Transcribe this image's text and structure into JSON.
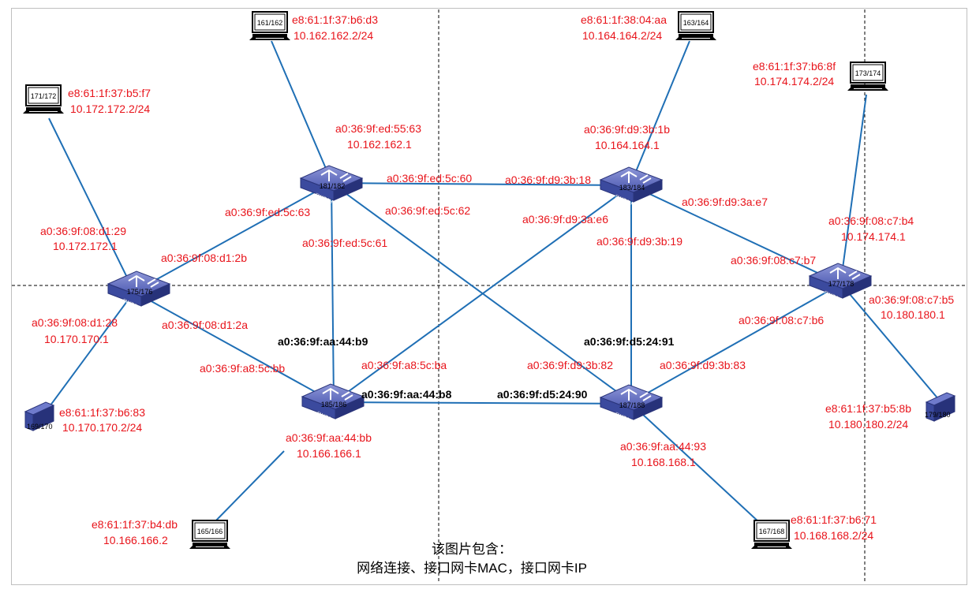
{
  "caption": {
    "line1": "该图片包含：",
    "line2": "网络连接、接口网卡MAC，接口网卡IP"
  },
  "switches": {
    "s181": "181/182",
    "s183": "183/184",
    "s175": "175/176",
    "s177": "177/178",
    "s185": "185/186",
    "s187": "187/188",
    "brand": "SWITCH"
  },
  "hosts": {
    "h161": "161/162",
    "h163": "163/164",
    "h171": "171/172",
    "h173": "173/174",
    "h169": "169/170",
    "h179": "179/180",
    "h165": "165/166",
    "h167": "167/168"
  },
  "labels": {
    "h161_mac": "e8:61:1f:37:b6:d3",
    "h161_ip": "10.162.162.2/24",
    "h163_mac": "e8:61:1f:38:04:aa",
    "h163_ip": "10.164.164.2/24",
    "h173_mac": "e8:61:1f:37:b6:8f",
    "h173_ip": "10.174.174.2/24",
    "h171_mac": "e8:61:1f:37:b5:f7",
    "h171_ip": "10.172.172.2/24",
    "s181_up_mac": "a0:36:9f:ed:55:63",
    "s181_up_ip": "10.162.162.1",
    "s183_up_mac": "a0:36:9f:d9:3b:1b",
    "s183_up_ip": "10.164.164.1",
    "l_181_183_a": "a0:36:9f:ed:5c:60",
    "l_181_183_b": "a0:36:9f:d9:3b:18",
    "l_181_175": "a0:36:9f:ed:5c:63",
    "l_181_187": "a0:36:9f:ed:5c:62",
    "l_183_185": "a0:36:9f:d9:3a:e6",
    "l_183_177": "a0:36:9f:d9:3a:e7",
    "s177_up_mac": "a0:36:9f:08:c7:b4",
    "s177_up_ip": "10.174.174.1",
    "s175_up_mac": "a0:36:9f:08:d1:29",
    "s175_up_ip": "10.172.172.1",
    "l_175_181": "a0:36:9f:08:d1:2b",
    "l_181_185": "a0:36:9f:ed:5c:61",
    "l_183_187": "a0:36:9f:d9:3b:19",
    "l_177_183": "a0:36:9f:08:c7:b7",
    "s177_dn_mac": "a0:36:9f:08:c7:b5",
    "s177_dn_ip": "10.180.180.1",
    "s175_dn_mac": "a0:36:9f:08:d1:28",
    "s175_dn_ip": "10.170.170.1",
    "l_175_185": "a0:36:9f:08:d1:2a",
    "l_177_187": "a0:36:9f:08:c7:b6",
    "b_185_top": "a0:36:9f:aa:44:b9",
    "b_187_top": "a0:36:9f:d5:24:91",
    "l_185_175": "a0:36:9f:a8:5c:bb",
    "l_185_183": "a0:36:9f:a8:5c:ba",
    "l_187_181": "a0:36:9f:d9:3b:82",
    "l_187_177": "a0:36:9f:d9:3b:83",
    "b_185_right": "a0:36:9f:aa:44:b8",
    "b_187_left": "a0:36:9f:d5:24:90",
    "h169_mac": "e8:61:1f:37:b6:83",
    "h169_ip": "10.170.170.2/24",
    "h179_mac": "e8:61:1f:37:b5:8b",
    "h179_ip": "10.180.180.2/24",
    "s185_dn_mac": "a0:36:9f:aa:44:bb",
    "s185_dn_ip": "10.166.166.1",
    "s187_dn_mac": "a0:36:9f:aa:44:93",
    "s187_dn_ip": "10.168.168.1",
    "h165_mac": "e8:61:1f:37:b4:db",
    "h165_ip": "10.166.166.2",
    "h167_mac": "e8:61:1f:37:b6:71",
    "h167_ip": "10.168.168.2/24"
  },
  "colors": {
    "link": "#1f6fb5",
    "label": "#e8141b",
    "switch": "#3b4a9e"
  }
}
